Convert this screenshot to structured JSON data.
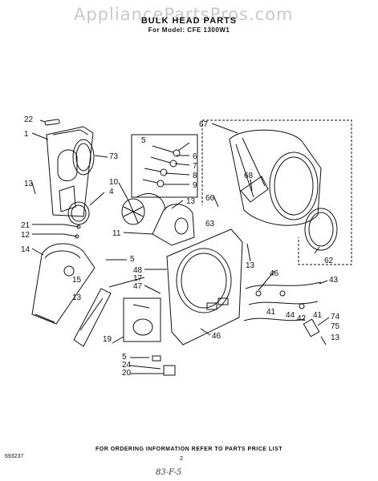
{
  "watermark": "AppliancePartsPros.com",
  "title": "BULK HEAD PARTS",
  "model_line": "For Model: CFE 1300W1",
  "footer_note": "FOR ORDERING INFORMATION REFER TO PARTS PRICE LIST",
  "page_number": "2",
  "part_code": "693237",
  "handwritten_note": "83-F-5",
  "callouts": [
    "22",
    "1",
    "73",
    "13",
    "4",
    "21",
    "12",
    "14",
    "15",
    "13",
    "5",
    "6",
    "7",
    "8",
    "9",
    "10",
    "13",
    "11",
    "67",
    "68",
    "66",
    "63",
    "62",
    "5",
    "48",
    "17",
    "47",
    "13",
    "46",
    "43",
    "41",
    "44",
    "42",
    "41",
    "74",
    "75",
    "13",
    "46",
    "19",
    "5",
    "24",
    "20"
  ]
}
